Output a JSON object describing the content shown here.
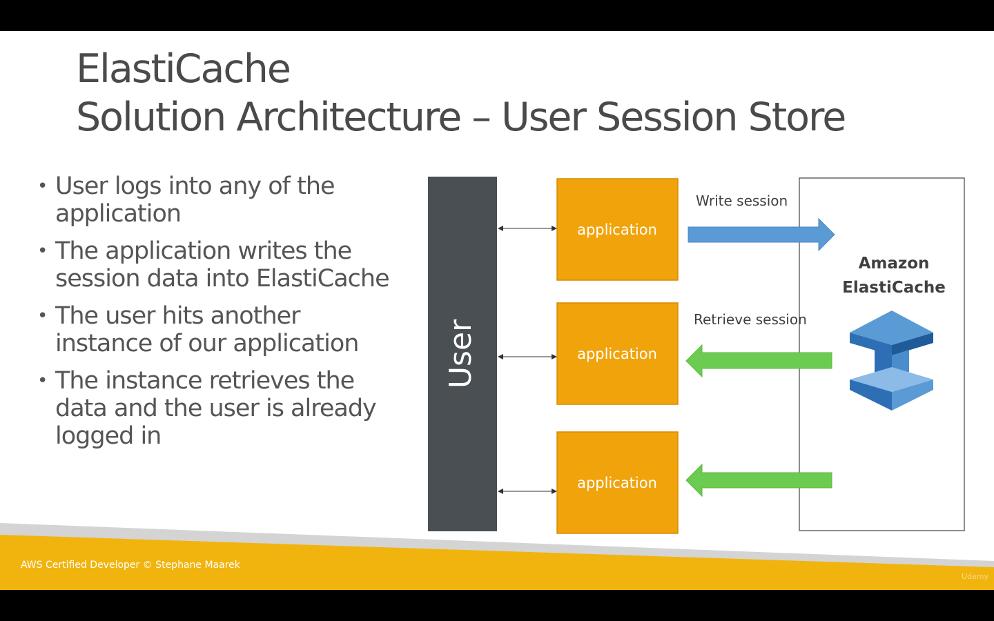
{
  "slide": {
    "title_line1": "ElastiCache",
    "title_line2": "Solution Architecture – User Session Store",
    "bullets": [
      "User logs into any of the application",
      "The application writes the session data into ElastiCache",
      "The user hits another instance of our application",
      "The instance retrieves the data and the user is already logged in"
    ],
    "footer": "AWS Certified Developer © Stephane Maarek",
    "watermark": "Udemy"
  },
  "diagram": {
    "user_label": "User",
    "applications": [
      "application",
      "application",
      "application"
    ],
    "write_label": "Write session",
    "retrieve_label": "Retrieve session",
    "service_line1": "Amazon",
    "service_line2": "ElastiCache",
    "service_icon": "elasticache-icon"
  },
  "colors": {
    "user_bar": "#4a4f53",
    "application_box": "#f0a30a",
    "application_border": "#d98c00",
    "write_arrow": "#5b9bd5",
    "retrieve_arrow": "#6ccb51",
    "footer_band": "#f1b40f",
    "footer_stripe": "#d4d4d4",
    "elasticache_light": "#5a9bd5",
    "elasticache_dark": "#2e6eb5"
  }
}
